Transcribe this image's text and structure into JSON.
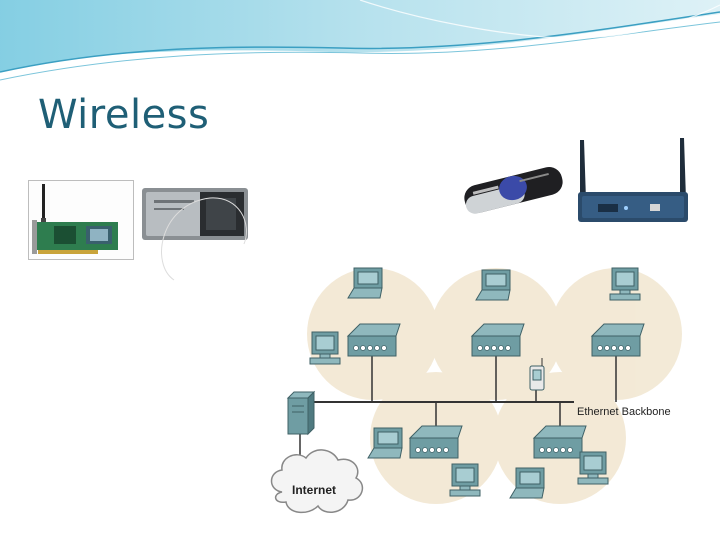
{
  "slide": {
    "title": "Wireless"
  },
  "photos": [
    {
      "name": "pci-wireless-card",
      "kind": "photo"
    },
    {
      "name": "pcmcia-wireless-card",
      "kind": "photo"
    },
    {
      "name": "usb-wireless-adapter",
      "kind": "photo"
    },
    {
      "name": "wireless-access-point",
      "kind": "photo"
    }
  ],
  "diagram": {
    "backbone_label": "Ethernet Backbone",
    "cloud_label": "Internet",
    "colors": {
      "coverage_cell": "#f1e6d0",
      "device_teal": "#6f9da3",
      "backbone": "#333333"
    }
  }
}
